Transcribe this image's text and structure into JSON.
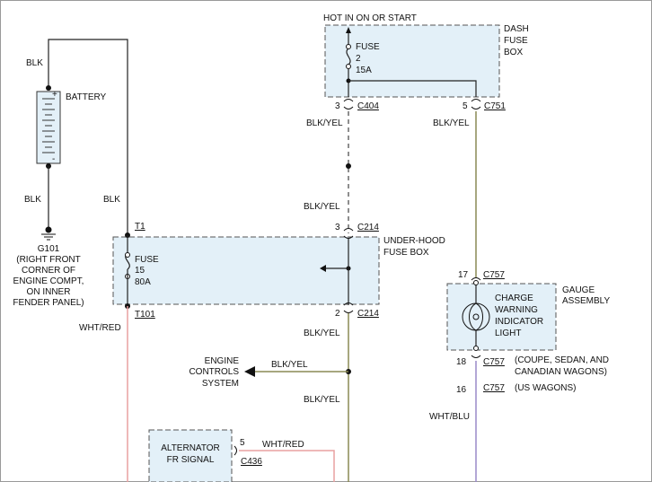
{
  "battery": {
    "label": "BATTERY",
    "plus": "+",
    "minus": "-",
    "wire_top": "BLK",
    "wire_bottom": "BLK"
  },
  "ground": {
    "id": "G101",
    "desc": [
      "(RIGHT FRONT",
      "CORNER OF",
      "ENGINE COMPT,",
      "ON INNER",
      "FENDER PANEL)"
    ]
  },
  "hot_label": "HOT IN ON OR START",
  "dash_fuse_box": {
    "title": [
      "DASH",
      "FUSE",
      "BOX"
    ],
    "fuse_label": "FUSE",
    "fuse_number": "2",
    "fuse_rating": "15A"
  },
  "underhood_fuse_box": {
    "title": [
      "UNDER-HOOD",
      "FUSE BOX"
    ],
    "fuse_label": "FUSE",
    "fuse_number": "15",
    "fuse_rating": "80A"
  },
  "connectors": {
    "c404": {
      "pin": "3",
      "name": "C404"
    },
    "c751": {
      "pin": "5",
      "name": "C751"
    },
    "c214_top": {
      "pin": "3",
      "name": "C214"
    },
    "c214_bottom": {
      "pin": "2",
      "name": "C214"
    },
    "t1": "T1",
    "t101": "T101",
    "c757_17": {
      "pin": "17",
      "name": "C757"
    },
    "c757_18": {
      "pin": "18",
      "name": "C757",
      "note": [
        "(COUPE, SEDAN, AND",
        "CANADIAN WAGONS)"
      ]
    },
    "c757_16": {
      "pin": "16",
      "name": "C757",
      "note": "(US WAGONS)"
    },
    "c436": {
      "pin": "5",
      "name": "C436"
    }
  },
  "wires": {
    "blk_left": "BLK",
    "blk_yel_1": "BLK/YEL",
    "blk_yel_2": "BLK/YEL",
    "blk_yel_3": "BLK/YEL",
    "blk_yel_4": "BLK/YEL",
    "blk_yel_5": "BLK/YEL",
    "blk_yel_right": "BLK/YEL",
    "wht_red_left": "WHT/RED",
    "wht_red_alt": "WHT/RED",
    "wht_blu": "WHT/BLU"
  },
  "gauge": {
    "title": [
      "GAUGE",
      "ASSEMBLY"
    ],
    "lamp": [
      "CHARGE",
      "WARNING",
      "INDICATOR",
      "LIGHT"
    ]
  },
  "engine_controls": [
    "ENGINE",
    "CONTROLS",
    "SYSTEM"
  ],
  "alternator": [
    "ALTERNATOR",
    "FR SIGNAL"
  ],
  "colors": {
    "blk_yel": "#8a8a55",
    "wht_red": "#e8a0a0",
    "wht_blu": "#9a8ac8",
    "box_fill": "#e3f0f8"
  }
}
